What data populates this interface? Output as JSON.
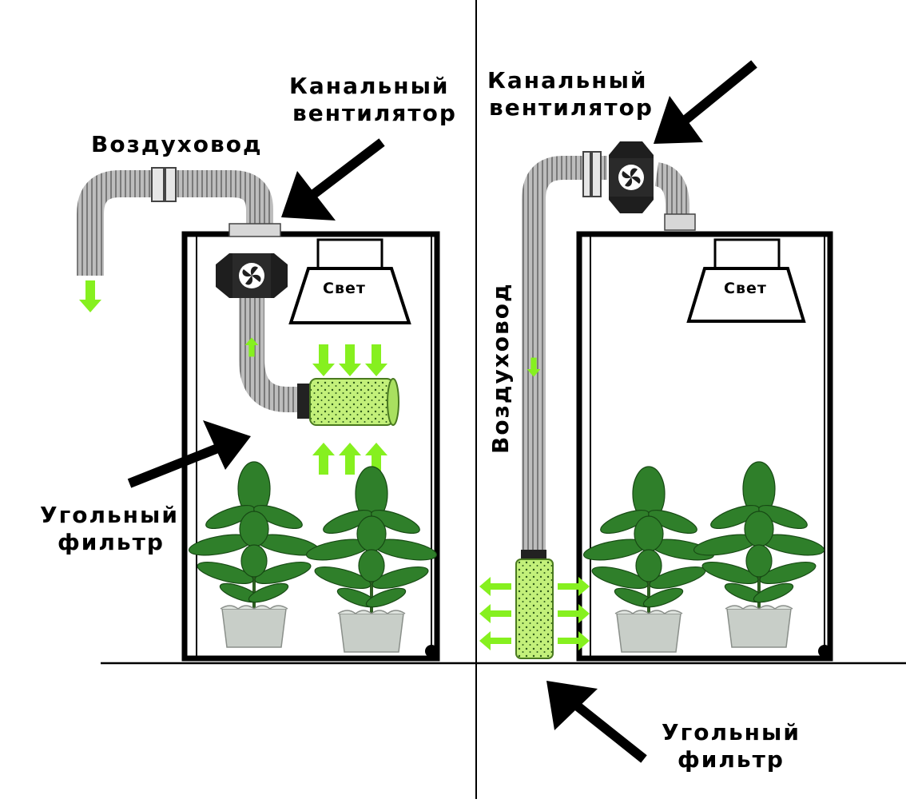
{
  "left_panel": {
    "duct_label": "Воздуховод",
    "fan_label_line1": "Канальный",
    "fan_label_line2": "вентилятор",
    "light_label": "Свет",
    "filter_label_line1": "Угольный",
    "filter_label_line2": "фильтр"
  },
  "right_panel": {
    "duct_label": "Воздуховод",
    "fan_label_line1": "Канальный",
    "fan_label_line2": "вентилятор",
    "light_label": "Свет",
    "filter_label_line1": "Угольный",
    "filter_label_line2": "фильтр"
  },
  "colors": {
    "arrow_green": "#86f01f",
    "filter_green": "#c3f07a",
    "plant_green": "#2f7f2a",
    "pot_grey": "#c8cec8",
    "duct_grey": "#a9a9a9"
  }
}
